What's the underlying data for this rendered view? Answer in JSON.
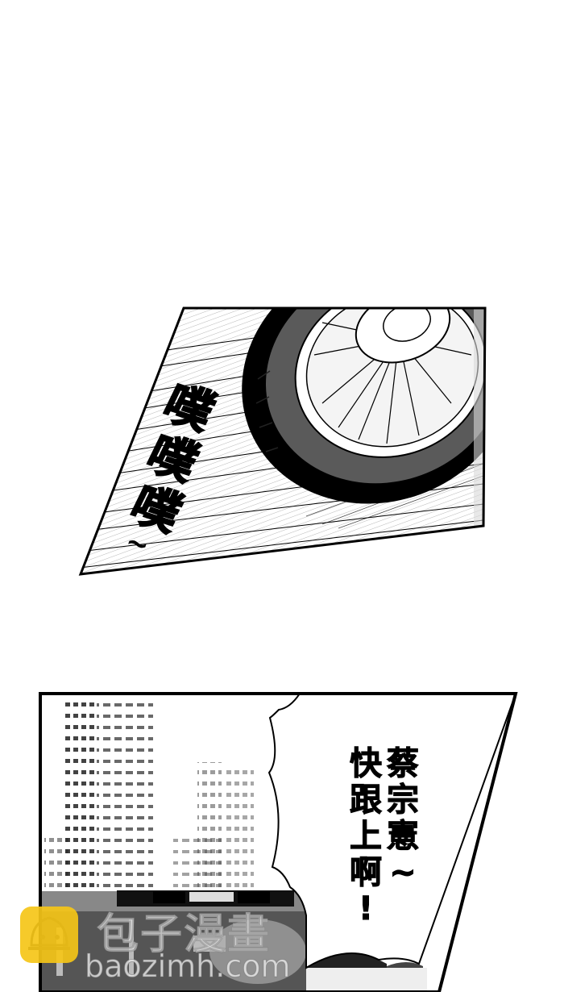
{
  "page": {
    "type": "comic-page",
    "background": "#ffffff"
  },
  "panels": [
    {
      "id": "panel-1",
      "scene": "motorcycle-wheel-speeding",
      "sound_effect": {
        "chars": [
          "噗",
          "噗",
          "噗"
        ],
        "tail": "~"
      }
    },
    {
      "id": "panel-2",
      "scene": "city-street-buildings",
      "speech_bubble": {
        "lines": [
          [
            "蔡",
            "宗",
            "憲",
            "~"
          ],
          [
            "快",
            "跟",
            "上",
            "啊",
            "!"
          ]
        ]
      }
    }
  ],
  "watermark": {
    "title": "包子漫畫",
    "url": "baozimh.com",
    "logo_color": "#f5c518"
  }
}
